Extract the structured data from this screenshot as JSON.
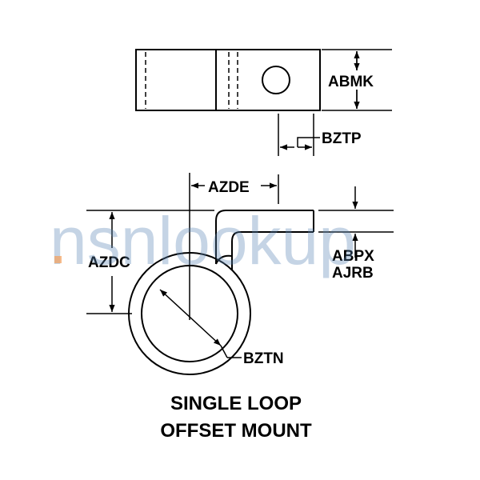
{
  "dimensions": {
    "abmk": "ABMK",
    "bztp": "BZTP",
    "azde": "AZDE",
    "azdc": "AZDC",
    "abpx": "ABPX",
    "ajrb": "AJRB",
    "bztn": "BZTN"
  },
  "caption": {
    "line1": "SINGLE LOOP",
    "line2": "OFFSET MOUNT"
  },
  "watermark": {
    "text": "nsnlookup",
    "color": "#5b86b6",
    "dot_color": "#f5a05a"
  },
  "colors": {
    "line": "#000000",
    "background": "#ffffff"
  }
}
